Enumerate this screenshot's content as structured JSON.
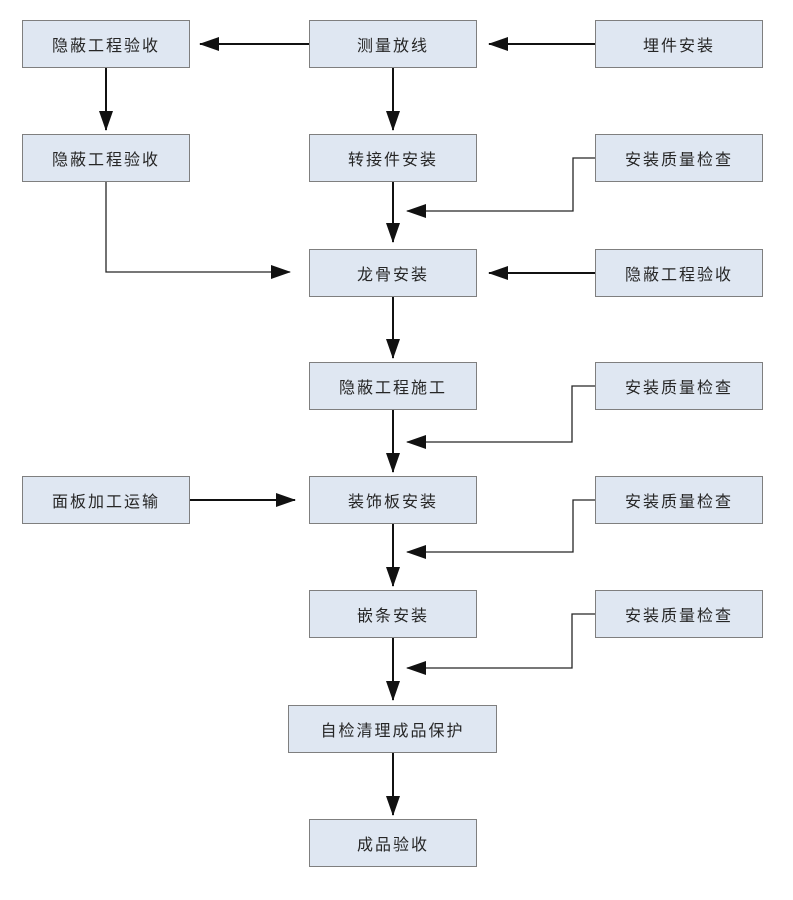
{
  "diagram": {
    "type": "flowchart",
    "colors": {
      "node_fill": "#dfe7f2",
      "node_border": "#7f7f7f",
      "arrow": "#111111",
      "background": "#ffffff"
    },
    "nodes": [
      {
        "id": "hidden-acceptance-1",
        "label": "隐蔽工程验收"
      },
      {
        "id": "measure-layout",
        "label": "测量放线"
      },
      {
        "id": "embed-install",
        "label": "埋件安装"
      },
      {
        "id": "hidden-acceptance-2",
        "label": "隐蔽工程验收"
      },
      {
        "id": "adapter-install",
        "label": "转接件安装"
      },
      {
        "id": "quality-check-1",
        "label": "安装质量检查"
      },
      {
        "id": "keel-install",
        "label": "龙骨安装"
      },
      {
        "id": "hidden-acceptance-3",
        "label": "隐蔽工程验收"
      },
      {
        "id": "hidden-construction",
        "label": "隐蔽工程施工"
      },
      {
        "id": "quality-check-2",
        "label": "安装质量检查"
      },
      {
        "id": "panel-process-transport",
        "label": "面板加工运输"
      },
      {
        "id": "decor-panel-install",
        "label": "装饰板安装"
      },
      {
        "id": "quality-check-3",
        "label": "安装质量检查"
      },
      {
        "id": "inlay-strip-install",
        "label": "嵌条安装"
      },
      {
        "id": "quality-check-4",
        "label": "安装质量检查"
      },
      {
        "id": "self-check-clean-protect",
        "label": "自检清理成品保护"
      },
      {
        "id": "finished-acceptance",
        "label": "成品验收"
      }
    ],
    "edges": [
      {
        "from": "embed-install",
        "to": "measure-layout"
      },
      {
        "from": "measure-layout",
        "to": "hidden-acceptance-1"
      },
      {
        "from": "hidden-acceptance-1",
        "to": "hidden-acceptance-2"
      },
      {
        "from": "measure-layout",
        "to": "adapter-install"
      },
      {
        "from": "adapter-install",
        "to": "keel-install"
      },
      {
        "from": "quality-check-1",
        "to": "keel-install"
      },
      {
        "from": "hidden-acceptance-2",
        "to": "keel-install"
      },
      {
        "from": "hidden-acceptance-3",
        "to": "keel-install"
      },
      {
        "from": "keel-install",
        "to": "hidden-construction"
      },
      {
        "from": "hidden-construction",
        "to": "decor-panel-install"
      },
      {
        "from": "quality-check-2",
        "to": "decor-panel-install"
      },
      {
        "from": "panel-process-transport",
        "to": "decor-panel-install"
      },
      {
        "from": "decor-panel-install",
        "to": "inlay-strip-install"
      },
      {
        "from": "quality-check-3",
        "to": "inlay-strip-install"
      },
      {
        "from": "inlay-strip-install",
        "to": "self-check-clean-protect"
      },
      {
        "from": "quality-check-4",
        "to": "self-check-clean-protect"
      },
      {
        "from": "self-check-clean-protect",
        "to": "finished-acceptance"
      }
    ]
  }
}
